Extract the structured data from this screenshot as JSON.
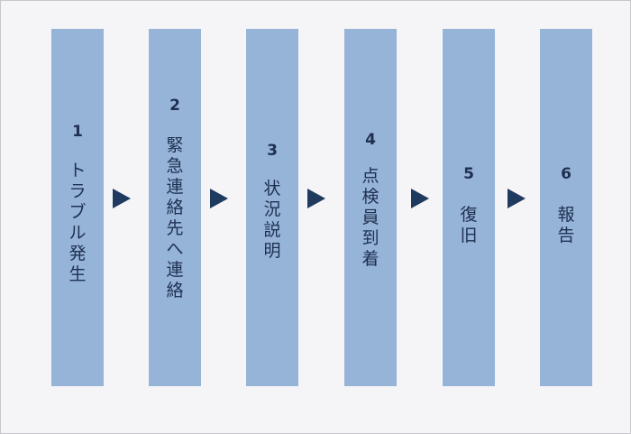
{
  "steps": [
    {
      "number": "1",
      "label": "トラブル発生"
    },
    {
      "number": "2",
      "label": "緊急連絡先へ連絡"
    },
    {
      "number": "3",
      "label": "状況説明"
    },
    {
      "number": "4",
      "label": "点検員到着"
    },
    {
      "number": "5",
      "label": "復旧"
    },
    {
      "number": "6",
      "label": "報告"
    }
  ],
  "colors": {
    "box": "#96b3d8",
    "text": "#1e3050",
    "arrow": "#1f3a5f",
    "background": "#f5f5f8"
  }
}
